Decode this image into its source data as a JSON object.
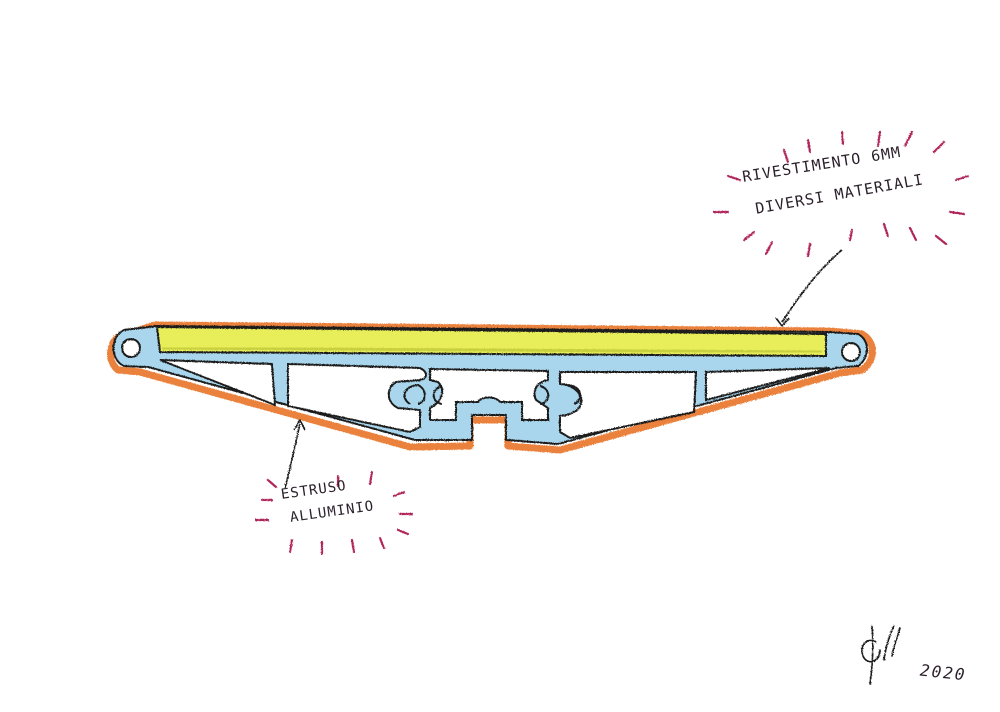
{
  "labels": {
    "cladding_line1": "Rivestimento 6mm",
    "cladding_line2": "diversi materiali",
    "extrusion_line1": "Estruso",
    "extrusion_line2": "Alluminio"
  },
  "signature": {
    "initials": "Gll",
    "year": "2020"
  },
  "colors": {
    "aluminium_fill": "#a9d6ec",
    "shadow_orange": "#e8752a",
    "cladding_yellow": "#e8ee5a",
    "burst_marks": "#b0265a",
    "ink": "#1a1a1a"
  }
}
